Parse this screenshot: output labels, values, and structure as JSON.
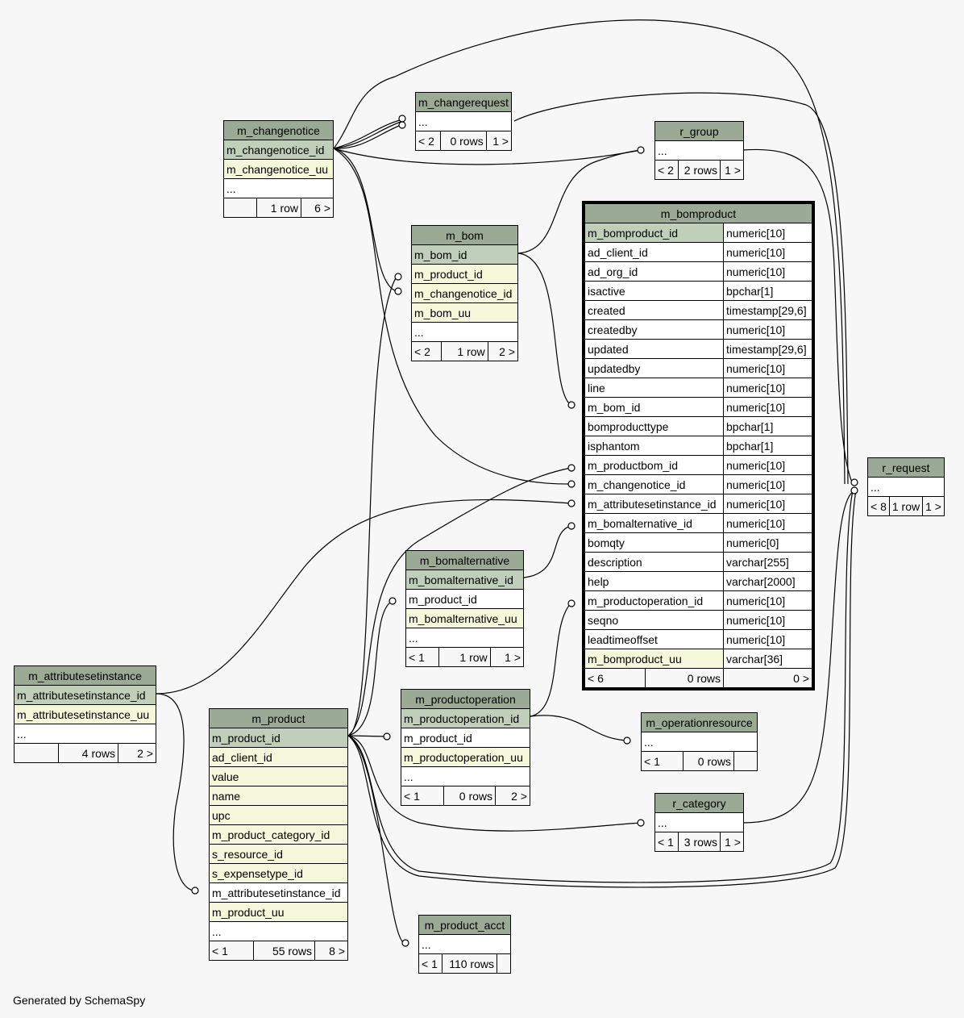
{
  "credit": "Generated by SchemaSpy",
  "tables": {
    "m_changenotice": {
      "name": "m_changenotice",
      "pk": "m_changenotice_id",
      "cols": [
        "m_changenotice_uu"
      ],
      "more": "...",
      "foot": [
        "",
        "1 row",
        "6 >"
      ]
    },
    "m_changerequest": {
      "name": "m_changerequest",
      "more": "...",
      "foot": [
        "< 2",
        "0 rows",
        "1 >"
      ]
    },
    "r_group": {
      "name": "r_group",
      "more": "...",
      "foot": [
        "< 2",
        "2 rows",
        "1 >"
      ]
    },
    "m_bom": {
      "name": "m_bom",
      "pk": "m_bom_id",
      "cols": [
        "m_product_id",
        "m_changenotice_id",
        "m_bom_uu"
      ],
      "more": "...",
      "foot": [
        "< 2",
        "1 row",
        "2 >"
      ]
    },
    "m_bomproduct": {
      "name": "m_bomproduct",
      "rows": [
        [
          "m_bomproduct_id",
          "numeric[10]"
        ],
        [
          "ad_client_id",
          "numeric[10]"
        ],
        [
          "ad_org_id",
          "numeric[10]"
        ],
        [
          "isactive",
          "bpchar[1]"
        ],
        [
          "created",
          "timestamp[29,6]"
        ],
        [
          "createdby",
          "numeric[10]"
        ],
        [
          "updated",
          "timestamp[29,6]"
        ],
        [
          "updatedby",
          "numeric[10]"
        ],
        [
          "line",
          "numeric[10]"
        ],
        [
          "m_bom_id",
          "numeric[10]"
        ],
        [
          "bomproducttype",
          "bpchar[1]"
        ],
        [
          "isphantom",
          "bpchar[1]"
        ],
        [
          "m_productbom_id",
          "numeric[10]"
        ],
        [
          "m_changenotice_id",
          "numeric[10]"
        ],
        [
          "m_attributesetinstance_id",
          "numeric[10]"
        ],
        [
          "m_bomalternative_id",
          "numeric[10]"
        ],
        [
          "bomqty",
          "numeric[0]"
        ],
        [
          "description",
          "varchar[255]"
        ],
        [
          "help",
          "varchar[2000]"
        ],
        [
          "m_productoperation_id",
          "numeric[10]"
        ],
        [
          "seqno",
          "numeric[10]"
        ],
        [
          "leadtimeoffset",
          "numeric[10]"
        ],
        [
          "m_bomproduct_uu",
          "varchar[36]"
        ]
      ],
      "foot": [
        "< 6",
        "0 rows",
        "0 >"
      ]
    },
    "r_request": {
      "name": "r_request",
      "more": "...",
      "foot": [
        "< 8",
        "1 row",
        "1 >"
      ]
    },
    "m_bomalternative": {
      "name": "m_bomalternative",
      "pk": "m_bomalternative_id",
      "fk": "m_product_id",
      "uu": "m_bomalternative_uu",
      "more": "...",
      "foot": [
        "< 1",
        "1 row",
        "1 >"
      ]
    },
    "m_attributesetinstance": {
      "name": "m_attributesetinstance",
      "pk": "m_attributesetinstance_id",
      "uu": "m_attributesetinstance_uu",
      "more": "...",
      "foot": [
        "",
        "4 rows",
        "2 >"
      ]
    },
    "m_product": {
      "name": "m_product",
      "pk": "m_product_id",
      "cols": [
        "ad_client_id",
        "value",
        "name",
        "upc",
        "m_product_category_id",
        "s_resource_id",
        "s_expensetype_id"
      ],
      "fk": "m_attributesetinstance_id",
      "uu": "m_product_uu",
      "more": "...",
      "foot": [
        "< 1",
        "55 rows",
        "8 >"
      ]
    },
    "m_productoperation": {
      "name": "m_productoperation",
      "pk": "m_productoperation_id",
      "fk": "m_product_id",
      "uu": "m_productoperation_uu",
      "more": "...",
      "foot": [
        "< 1",
        "0 rows",
        "2 >"
      ]
    },
    "m_operationresource": {
      "name": "m_operationresource",
      "more": "...",
      "foot": [
        "< 1",
        "0 rows",
        ""
      ]
    },
    "r_category": {
      "name": "r_category",
      "more": "...",
      "foot": [
        "< 1",
        "3 rows",
        "1 >"
      ]
    },
    "m_product_acct": {
      "name": "m_product_acct",
      "more": "...",
      "foot": [
        "< 1",
        "110 rows",
        ""
      ]
    }
  }
}
